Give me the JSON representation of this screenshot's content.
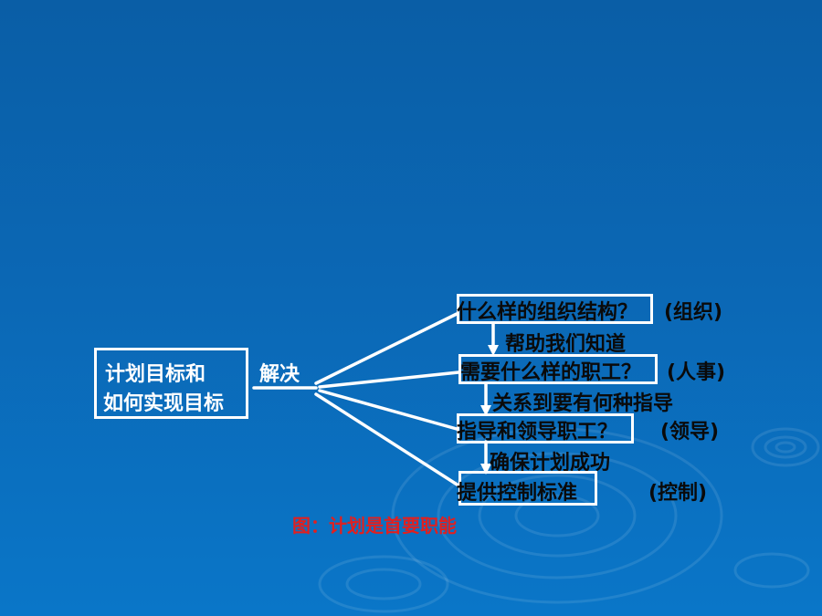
{
  "diagram": {
    "root": {
      "line1": "计划目标和",
      "line2": "如何实现目标"
    },
    "verb": "解决",
    "branches": [
      {
        "text": "什么样的组织结构？",
        "tag": "(组织)"
      },
      {
        "text": "需要什么样的职工？",
        "tag": "(人事)"
      },
      {
        "text": "指导和领导职工？",
        "tag": "(领导)"
      },
      {
        "text": "提供控制标准",
        "tag": "(控制)"
      }
    ],
    "links": [
      "帮助我们知道",
      "关系到要有何种指导",
      "确保计划成功"
    ],
    "caption": "图：计划是首要职能"
  },
  "colors": {
    "background": "#0b67b4",
    "box_border": "#ffffff",
    "text": "#ffffff",
    "caption": "#e02020"
  }
}
